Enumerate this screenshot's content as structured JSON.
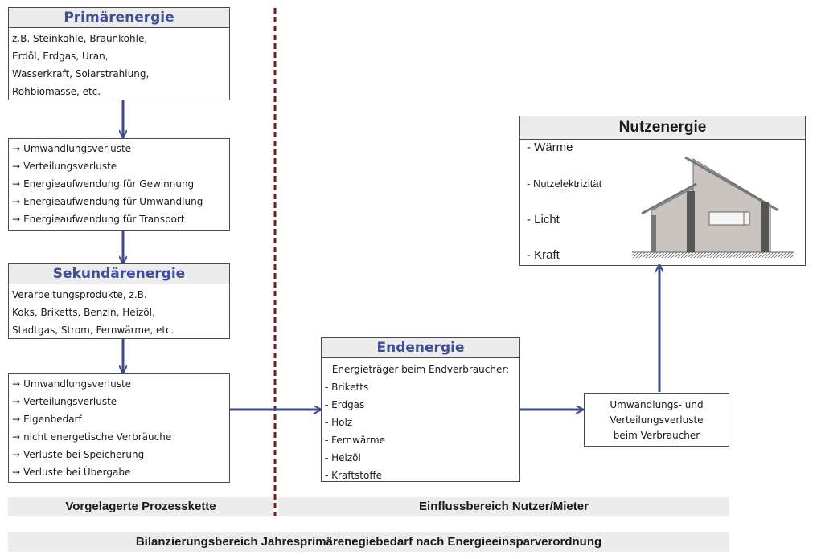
{
  "primaer": {
    "title": "Primärenergie",
    "lines": [
      "z.B. Steinkohle, Braunkohle,",
      "Erdöl, Erdgas, Uran,",
      "Wasserkraft, Solarstrahlung,",
      "Rohbiomasse, etc."
    ]
  },
  "verluste1": {
    "lines": [
      "Umwandlungsverluste",
      "Verteilungsverluste",
      "Energieaufwendung für Gewinnung",
      "Energieaufwendung für  Umwandlung",
      "Energieaufwendung für Transport"
    ]
  },
  "sekundaer": {
    "title": "Sekundärenergie",
    "lines": [
      "Verarbeitungsprodukte, z.B.",
      "Koks, Briketts, Benzin, Heizöl,",
      "Stadtgas, Strom, Fernwärme, etc."
    ]
  },
  "verluste2": {
    "lines": [
      "Umwandlungsverluste",
      "Verteilungsverluste",
      "Eigenbedarf",
      "nicht energetische Verbräuche",
      "Verluste bei Speicherung",
      "Verluste bei Übergabe"
    ]
  },
  "arrow_glyph": "→",
  "endenergie": {
    "title": "Endenergie",
    "subtitle": "Energieträger beim Endverbraucher:",
    "lines": [
      "- Briketts",
      "- Erdgas",
      "- Holz",
      "- Fernwärme",
      "- Heizöl",
      "- Kraftstoffe"
    ]
  },
  "verbraucher": {
    "lines": [
      "Umwandlungs- und",
      "Verteilungsverluste",
      "beim Verbraucher"
    ]
  },
  "nutzenergie": {
    "title": "Nutzenergie",
    "items": [
      "- Wärme",
      "- Nutzelektrizität",
      "- Licht",
      "- Kraft"
    ]
  },
  "footer": {
    "left": "Vorgelagerte Prozesskette",
    "right": "Einflussbereich Nutzer/Mieter",
    "bottom": "Bilanzierungsbereich Jahresprimärenegiebedarf nach Energieeinsparverordnung"
  },
  "colors": {
    "arrow": "#3f4a8c",
    "divider": "#6b1f1f",
    "title": "#3f4f9a"
  }
}
